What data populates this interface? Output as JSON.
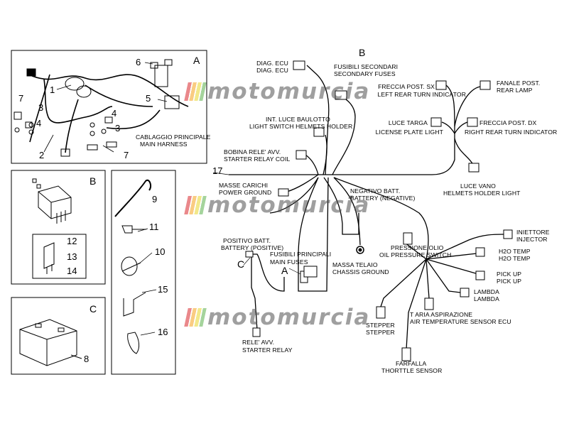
{
  "panels": {
    "A": {
      "letter": "A",
      "caption_it": "CABLAGGIO PRINCIPALE",
      "caption_en": "MAIN HARNESS",
      "numbers": [
        "1",
        "2",
        "3",
        "3",
        "4",
        "4",
        "5",
        "6",
        "7",
        "7"
      ]
    },
    "B": {
      "letter": "B",
      "numbers": [
        "12",
        "13",
        "14"
      ]
    },
    "C": {
      "letter": "C",
      "numbers": [
        "8"
      ]
    },
    "parts": {
      "numbers": [
        "9",
        "11",
        "10",
        "15",
        "16"
      ]
    }
  },
  "watermark": "motomurcia",
  "diagram": {
    "section_letters": [
      "B",
      "C",
      "A"
    ],
    "main_line_number": "17",
    "labels": {
      "diag_ecu_1": "DIAG. ECU",
      "diag_ecu_2": "DIAG. ECU",
      "fusibili_secondari": "FUSIBILI SECONDARI",
      "secondary_fuses": "SECONDARY FUSES",
      "freccia_post_sx": "FRECCIA POST. SX",
      "left_rear_turn": "LEFT REAR TURN INDICATOR",
      "fanale_post": "FANALE POST.",
      "rear_lamp": "REAR LAMP",
      "int_luce_baulotto": "INT. LUCE BAULOTTO",
      "light_switch_helmets": "LIGHT SWITCH HELMETS HOLDER",
      "luce_targa": "LUCE TARGA",
      "license_plate": "LICENSE PLATE LIGHT",
      "freccia_post_dx": "FRECCIA POST. DX",
      "right_rear_turn": "RIGHT REAR TURN INDICATOR",
      "bobina_rele": "BOBINA RELE' AVV.",
      "starter_relay_coil": "STARTER RELAY COIL",
      "luce_vano": "LUCE VANO",
      "helmets_holder_light": "HELMETS HOLDER LIGHT",
      "masse_carichi": "MASSE CARICHI",
      "power_ground": "POWER GROUND",
      "negativo_batt": "NEGATIVO BATT.",
      "battery_negative": "BATTERY (NEGATIVE)",
      "positivo_batt": "POSITIVO BATT.",
      "battery_positive": "BATTERY (POSITIVE)",
      "fusibili_principali": "FUSIBILI PRINCIPALI",
      "main_fuses": "MAIN FUSES",
      "pressione_olio": "PRESSIONE OLIO",
      "oil_pressure_switch": "OIL PRESSURE SWITCH",
      "massa_telaio": "MASSA TELAIO",
      "chassis_ground": "CHASSIS GROUND",
      "iniettore": "INIETTORE",
      "injector": "INJECTOR",
      "h2o_temp_1": "H2O TEMP",
      "h2o_temp_2": "H2O TEMP",
      "pick_up_1": "PICK UP",
      "pick_up_2": "PICK UP",
      "lambda_1": "LAMBDA",
      "lambda_2": "LAMBDA",
      "t_aria": "T ARIA ASPIRAZIONE",
      "air_temp_sensor": "AIR TEMPERATURE SENSOR ECU",
      "stepper_1": "STEPPER",
      "stepper_2": "STEPPER",
      "rele_avv": "RELE' AVV.",
      "starter_relay": "STARTER RELAY",
      "farfalla": "FARFALLA",
      "throttle_sensor": "THORTTLE SENSOR"
    }
  }
}
